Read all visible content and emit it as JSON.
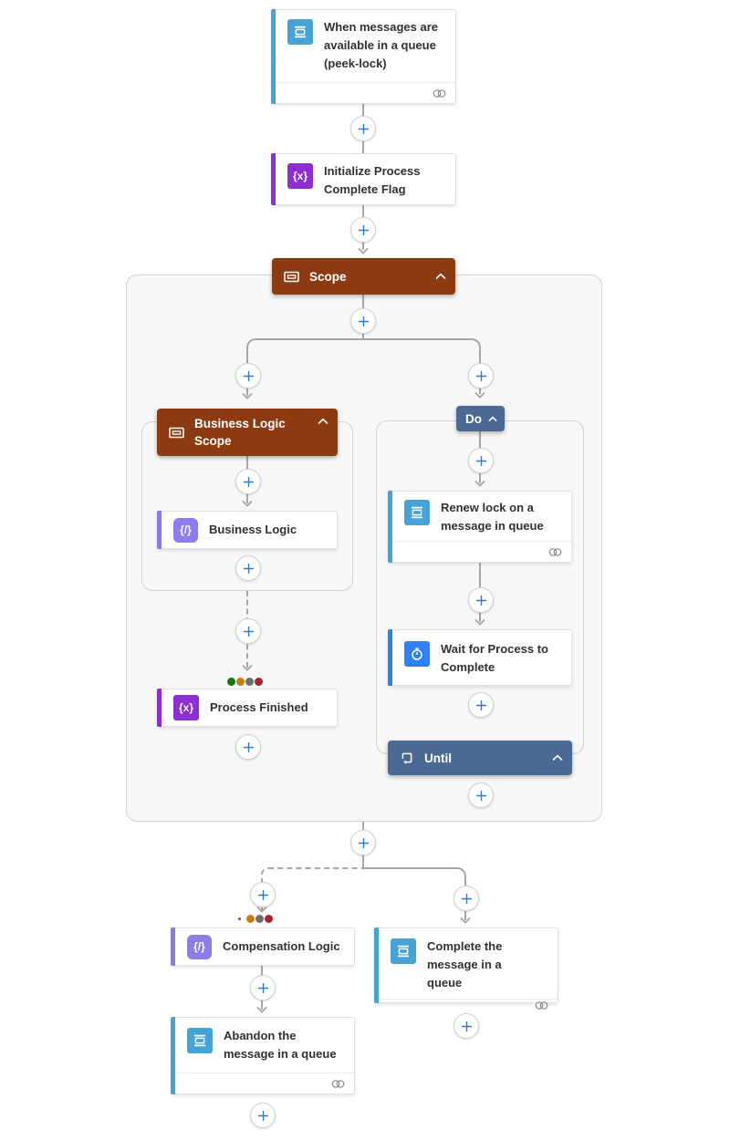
{
  "colors": {
    "service_bus": "#45A3D6",
    "variable_purple": "#8C2ED1",
    "code_purple": "#8F7BEB",
    "code_accent": "#8B7BE8",
    "wait_blue": "#2F80F2",
    "scope_brown": "#8C3A12",
    "loop_slate": "#4A6A93",
    "connector_gray": "#A6A6A6",
    "plus_blue": "#2E7CD6"
  },
  "nodes": {
    "trigger": {
      "title": "When messages are available in a queue (peek-lock)"
    },
    "initialize_flag": {
      "title": "Initialize Process Complete Flag",
      "icon_glyph": "{x}"
    },
    "scope": {
      "title": "Scope"
    },
    "business_logic_scope": {
      "title": "Business Logic Scope"
    },
    "business_logic": {
      "title": "Business Logic",
      "icon_glyph": "{/}"
    },
    "process_finished": {
      "title": "Process Finished",
      "icon_glyph": "{x}"
    },
    "do": {
      "label": "Do"
    },
    "renew_lock": {
      "title": "Renew lock on a message in queue"
    },
    "wait_for_process": {
      "title": "Wait for Process to Complete"
    },
    "until": {
      "label": "Until"
    },
    "compensation_logic": {
      "title": "Compensation Logic",
      "icon_glyph": "{/}"
    },
    "complete_message": {
      "title": "Complete the message in a queue"
    },
    "abandon_message": {
      "title": "Abandon the message in a queue"
    }
  },
  "status_dots": {
    "process_finished": [
      "#107C10",
      "#C87E0E",
      "#6E6E6E",
      "#A4262C"
    ],
    "compensation": [
      "#5E5E5E",
      "#C87E0E",
      "#6E6E6E",
      "#A4262C"
    ]
  }
}
